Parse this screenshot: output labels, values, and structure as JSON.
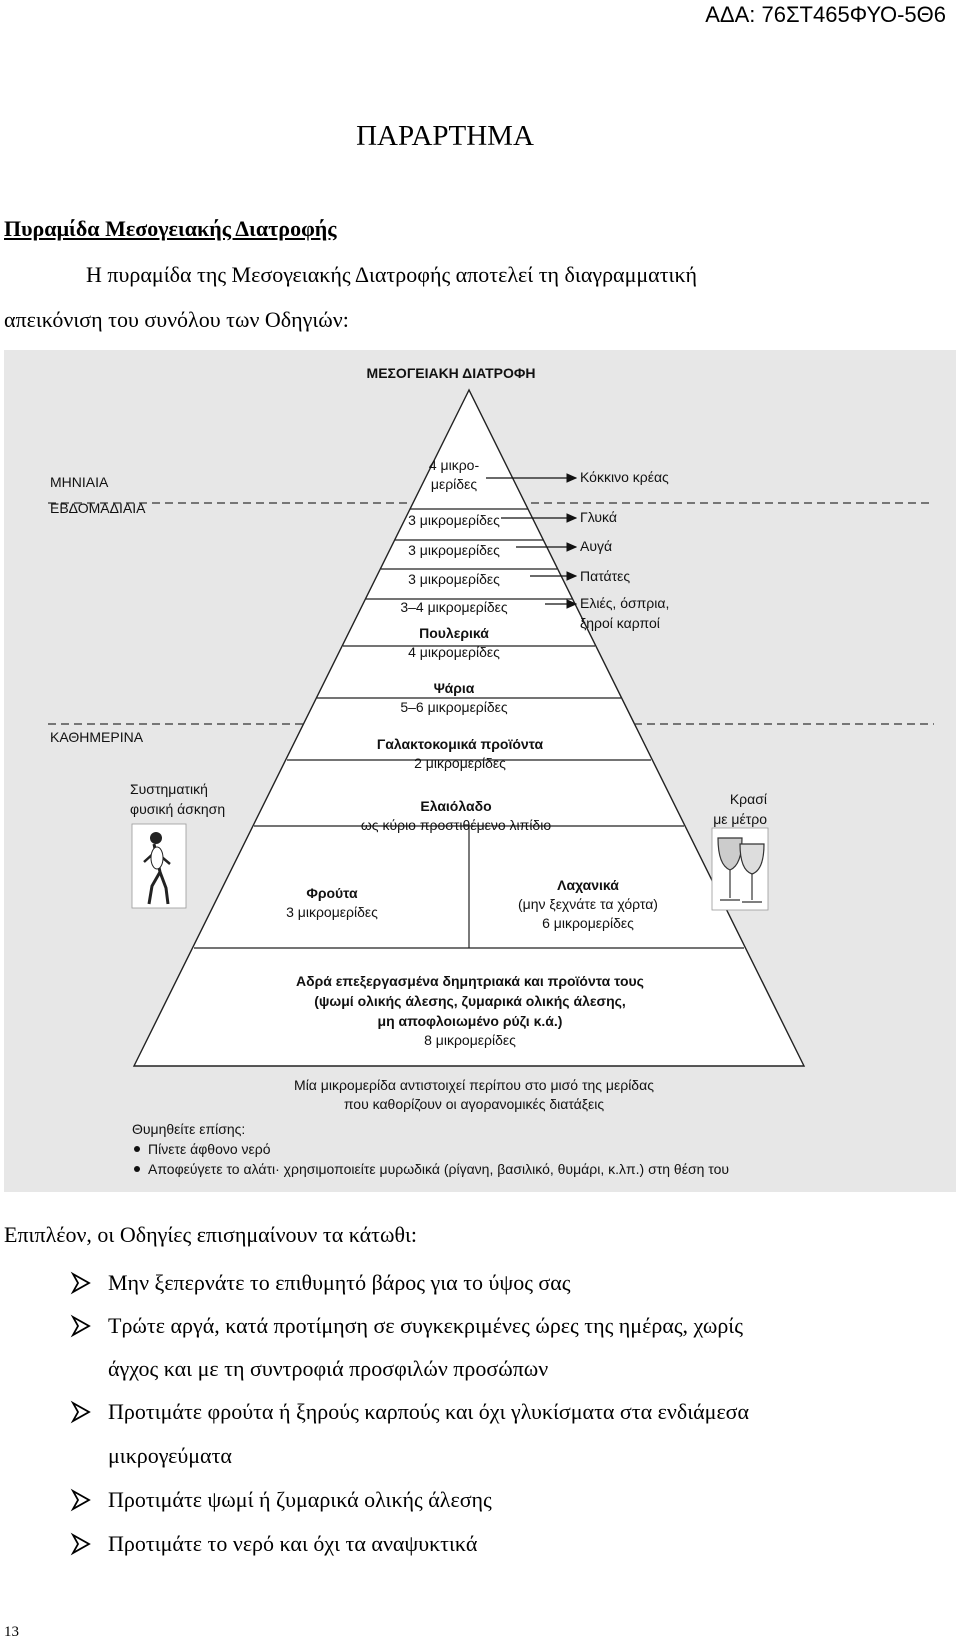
{
  "header": {
    "ada_code": "ΑΔΑ: 76ΣΤ465ΦΥΟ-5Θ6"
  },
  "document": {
    "title": "ΠΑΡΑΡΤΗΜΑ",
    "subtitle": "Πυραμίδα Μεσογειακής Διατροφής",
    "intro_line1": "Η πυραμίδα της Μεσογειακής Διατροφής αποτελεί τη διαγραμματική",
    "intro_line2": "απεικόνιση του συνόλου των Οδηγιών:",
    "after_text": "Επιπλέον, οι Οδηγίες επισημαίνουν τα κάτωθι:",
    "bullets": [
      {
        "line1": "Μην ξεπερνάτε το επιθυμητό βάρος για το ύψος σας",
        "line2": ""
      },
      {
        "line1": "Τρώτε αργά, κατά προτίμηση σε συγκεκριμένες ώρες της ημέρας, χωρίς",
        "line2": "άγχος και με τη συντροφιά προσφιλών προσώπων"
      },
      {
        "line1": "Προτιμάτε φρούτα ή ξηρούς καρπούς και όχι γλυκίσματα στα ενδιάμεσα",
        "line2": "μικρογεύματα"
      },
      {
        "line1": "Προτιμάτε ψωμί ή ζυμαρικά ολικής άλεσης",
        "line2": ""
      },
      {
        "line1": "Προτιμάτε το νερό και όχι τα αναψυκτικά",
        "line2": ""
      }
    ],
    "page_number": "13"
  },
  "pyramid": {
    "title": "ΜΕΣΟΓΕΙΑΚΗ ΔΙΑΤΡΟΦΗ",
    "left_labels": {
      "monthly": "ΜΗΝΙΑΙΑ",
      "weekly": "ΕΒΔΟΜΑΔΙΑΙΑ",
      "daily": "ΚΑΘΗΜΕΡΙΝΑ",
      "exercise_line1": "Συστηματική",
      "exercise_line2": "φυσική άσκηση"
    },
    "right_labels": {
      "red_meat": "Κόκκινο κρέας",
      "sweets": "Γλυκά",
      "eggs": "Αυγά",
      "potatoes": "Πατάτες",
      "olives_line1": "Ελιές, όσπρια,",
      "olives_line2": "ξηροί καρποί",
      "wine_line1": "Κρασί",
      "wine_line2": "με μέτρο"
    },
    "tiers": {
      "t1_line1": "4 μικρο-",
      "t1_line2": "μερίδες",
      "t2": "3 μικρομερίδες",
      "t3": "3 μικρομερίδες",
      "t4": "3 μικρομερίδες",
      "t5": "3–4 μικρομερίδες",
      "poultry_name": "Πουλερικά",
      "poultry_qty": "4 μικρομερίδες",
      "fish_name": "Ψάρια",
      "fish_qty": "5–6 μικρομερίδες",
      "dairy_name": "Γαλακτοκομικά προϊόντα",
      "dairy_qty": "2 μικρομερίδες",
      "oil_name": "Ελαιόλαδο",
      "oil_desc": "ως κύριο προστιθέμενο λιπίδιο",
      "fruit_name": "Φρούτα",
      "fruit_qty": "3 μικρομερίδες",
      "veg_name": "Λαχανικά",
      "veg_desc": "(μην ξεχνάτε τα χόρτα)",
      "veg_qty": "6 μικρομερίδες",
      "grain_line1": "Αδρά επεξεργασμένα δημητριακά και προϊόντα τους",
      "grain_line2": "(ψωμί ολικής άλεσης, ζυμαρικά ολικής άλεσης,",
      "grain_line3": "μη αποφλοιωμένο ρύζι κ.ά.)",
      "grain_qty": "8 μικρομερίδες"
    },
    "footnote_line1": "Μία μικρομερίδα αντιστοιχεί περίπου στο μισό της μερίδας",
    "footnote_line2": "που καθορίζουν οι αγορανομικές διατάξεις",
    "remember_title": "Θυμηθείτε επίσης:",
    "remember_items": [
      "Πίνετε άφθονο νερό",
      "Αποφεύγετε το αλάτι· χρησιμοποιείτε μυρωδικά (ρίγανη, βασιλικό, θυμάρι, κ.λπ.) στη θέση του"
    ]
  }
}
